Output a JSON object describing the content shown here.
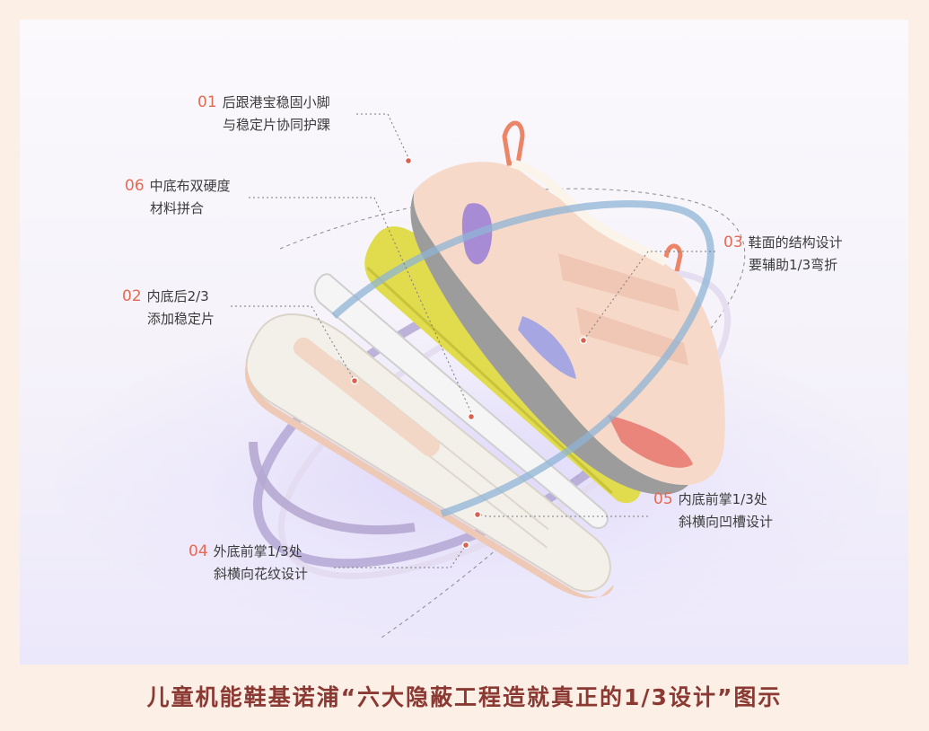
{
  "callouts": [
    {
      "id": "01",
      "num": "01",
      "line1": "后跟港宝稳固小脚",
      "line2": "与稳定片协同护踝"
    },
    {
      "id": "06",
      "num": "06",
      "line1": "中底布双硬度",
      "line2": "材料拼合"
    },
    {
      "id": "02",
      "num": "02",
      "line1": "内底后2/3",
      "line2": "添加稳定片"
    },
    {
      "id": "03",
      "num": "03",
      "line1": "鞋面的结构设计",
      "line2": "要辅助1/3弯折"
    },
    {
      "id": "05",
      "num": "05",
      "line1": "内底前掌1/3处",
      "line2": "斜横向凹槽设计"
    },
    {
      "id": "04",
      "num": "04",
      "line1": "外底前掌1/3处",
      "line2": "斜横向花纹设计"
    }
  ],
  "caption": "儿童机能鞋基诺浦“六大隐蔽工程造就真正的1/3设计”图示",
  "colors": {
    "accent_number": "#e56a53",
    "caption_text": "#8b3a33",
    "insole_yellow": "#ddd94a",
    "upper_peach": "#f6d7c5",
    "ring_purple": "#a99cc9"
  }
}
